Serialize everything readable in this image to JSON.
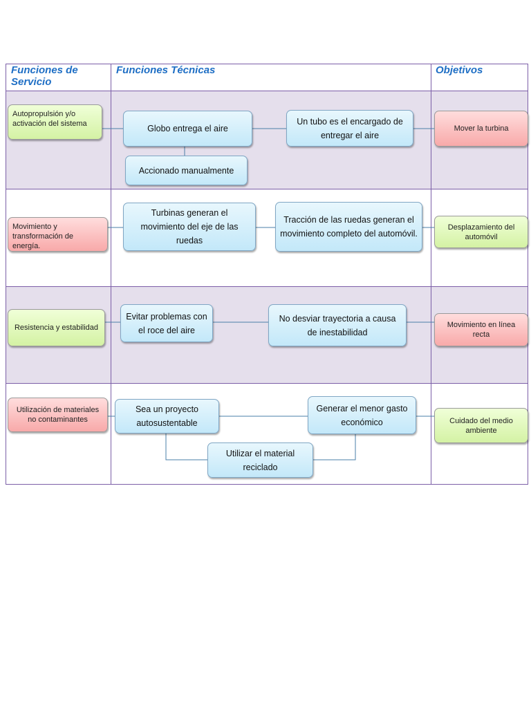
{
  "headers": {
    "service": "Funciones de Servicio",
    "technical": "Funciones Técnicas",
    "objectives": "Objetivos"
  },
  "rows": [
    {
      "service": "Autopropulsión y/o activación del sistema",
      "technical": [
        "Globo entrega el aire",
        "Un tubo es el encargado de entregar el aire",
        "Accionado manualmente"
      ],
      "objective": "Mover la turbina"
    },
    {
      "service": "Movimiento y transformación de energía.",
      "technical": [
        "Turbinas generan el movimiento del eje de las ruedas",
        "Tracción de las ruedas generan el movimiento completo del automóvil."
      ],
      "objective": "Desplazamiento del automóvil"
    },
    {
      "service": "Resistencia y estabilidad",
      "technical": [
        "Evitar problemas con el roce del aire",
        "No desviar trayectoria a causa de inestabilidad"
      ],
      "objective": "Movimiento en línea recta"
    },
    {
      "service": "Utilización de materiales no contaminantes",
      "technical": [
        "Sea un proyecto autosustentable",
        "Generar el menor gasto económico",
        "Utilizar el material reciclado"
      ],
      "objective": "Cuidado del medio ambiente"
    }
  ],
  "colors": {
    "border": "#7b5ea7",
    "row_shade": "#e5dfec",
    "header_text": "#1f6fc5",
    "connector": "#4a7fa8",
    "green_box": "#d4f2a4",
    "red_box": "#f8a9a9",
    "blue_box": "#c3e8f9"
  }
}
